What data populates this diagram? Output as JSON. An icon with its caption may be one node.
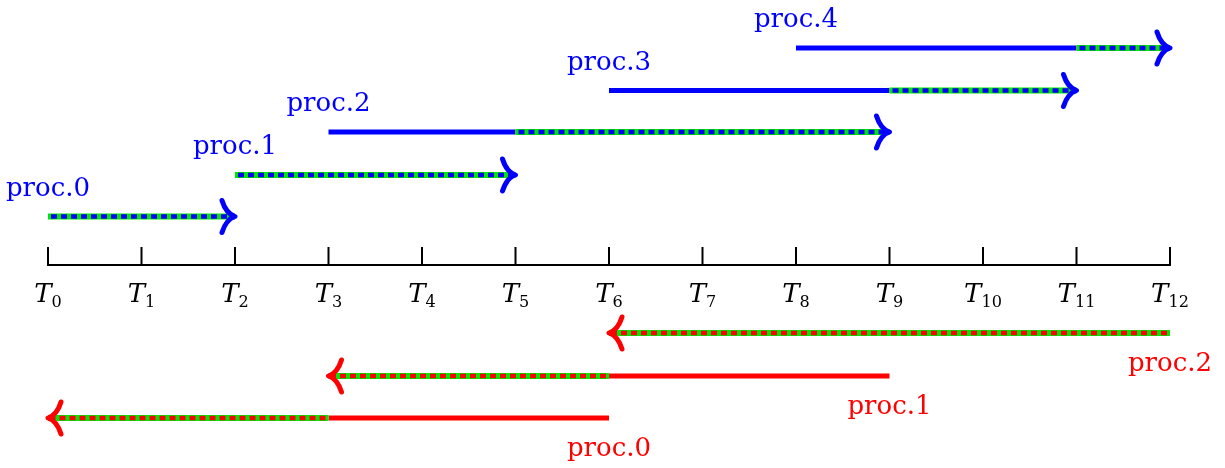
{
  "diagram": {
    "labels": [
      "proc.4",
      "proc.3",
      "proc.2",
      "proc.1",
      "proc.0",
      "*T*$_{0}$",
      "*T*$_{1}$",
      "*T*$_{2}$",
      "*T*$_{3}$",
      "*T*$_{4}$",
      "*T*$_{5}$",
      "*T*$_{6}$",
      "*T*$_{7}$",
      "*T*$_{8}$",
      "*T*$_{9}$",
      "*T*$_{10}$",
      "*T*$_{11}$",
      "*T*$_{12}$",
      "proc.2",
      "proc.1",
      "proc.0"
    ]
  }
}
